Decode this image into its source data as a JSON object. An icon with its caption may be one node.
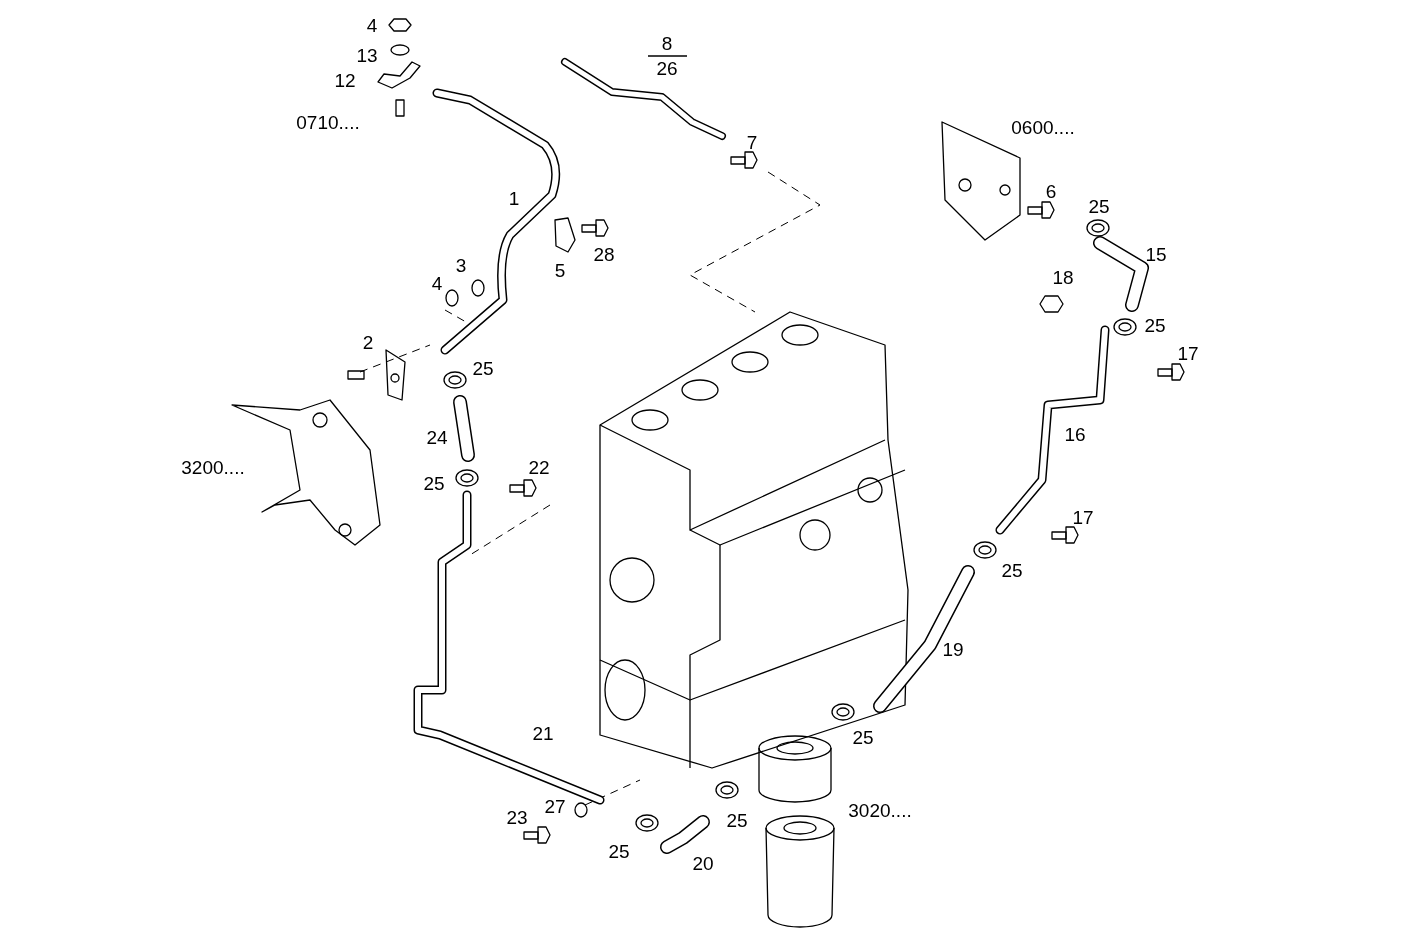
{
  "diagram": {
    "labels": [
      "4",
      "8",
      "13",
      "26",
      "12",
      "0710....",
      "0600....",
      "7",
      "6",
      "1",
      "25",
      "28",
      "15",
      "3",
      "5",
      "18",
      "4",
      "25",
      "2",
      "17",
      "25",
      "24",
      "16",
      "3200....",
      "22",
      "25",
      "17",
      "25",
      "19",
      "21",
      "25",
      "27",
      "3020....",
      "23",
      "25",
      "25",
      "20"
    ]
  }
}
